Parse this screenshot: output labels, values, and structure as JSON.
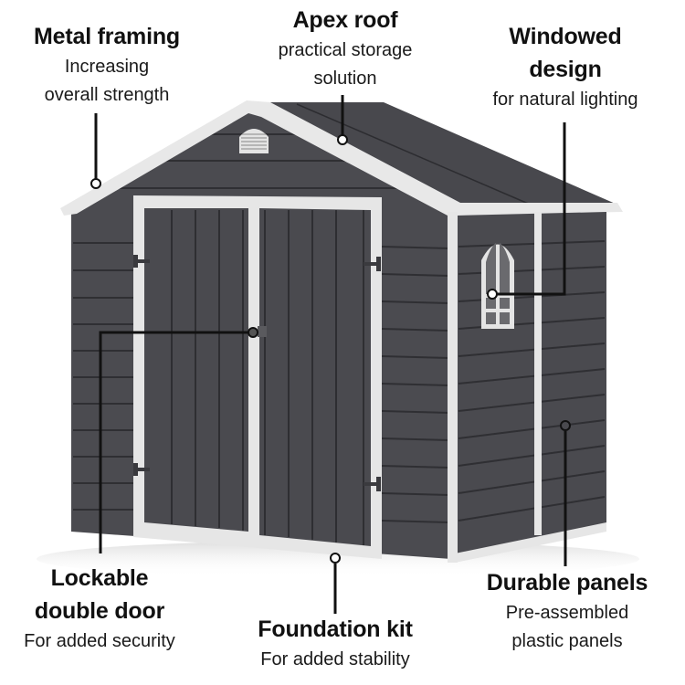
{
  "callouts": {
    "metal_framing": {
      "title": "Metal framing",
      "sub1": "Increasing",
      "sub2": "overall strength"
    },
    "apex_roof": {
      "title": "Apex roof",
      "sub1": "practical storage",
      "sub2": "solution"
    },
    "windowed_design": {
      "title1": "Windowed",
      "title2": "design",
      "sub1": "for natural lighting"
    },
    "lockable_door": {
      "title1": "Lockable",
      "title2": "double door",
      "sub1": "For added security"
    },
    "foundation_kit": {
      "title": "Foundation kit",
      "sub1": "For added stability"
    },
    "durable_panels": {
      "title": "Durable panels",
      "sub1": "Pre-assembled",
      "sub2": "plastic panels"
    }
  },
  "colors": {
    "panel": "#4b4b50",
    "panel_line": "#2f2f33",
    "trim": "#e6e6e6",
    "roof": "#46464b",
    "leader": "#111111"
  }
}
